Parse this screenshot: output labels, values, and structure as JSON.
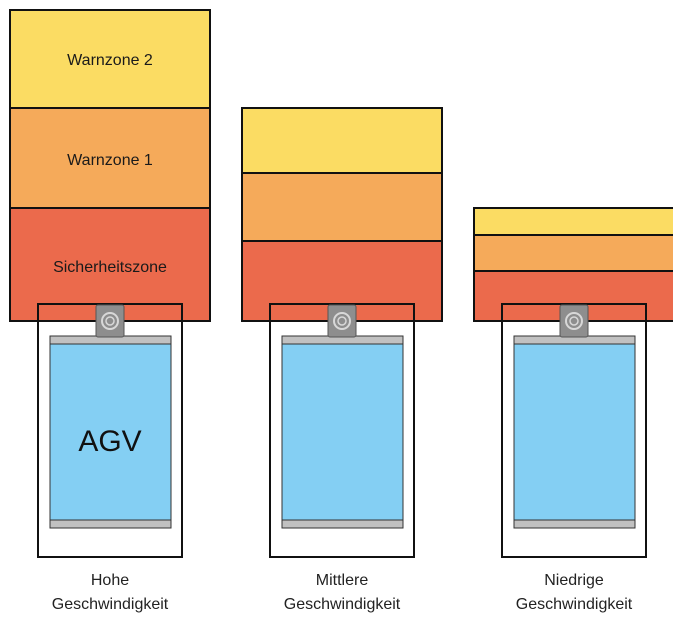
{
  "colors": {
    "warn2": "#fbdc63",
    "warn1": "#f5aa5a",
    "safety": "#eb6a4c",
    "agv_body": "#84cff3",
    "bumper": "#c1c1c1",
    "sensor": "#8e8e8e",
    "outline": "#111111"
  },
  "zones": {
    "warn2_label": "Warnzone 2",
    "warn1_label": "Warnzone 1",
    "safety_label": "Sicherheitszone"
  },
  "agv": {
    "label": "AGV"
  },
  "panels": [
    {
      "caption_line1": "Hohe",
      "caption_line2": "Geschwindigkeit"
    },
    {
      "caption_line1": "Mittlere",
      "caption_line2": "Geschwindigkeit"
    },
    {
      "caption_line1": "Niedrige",
      "caption_line2": "Geschwindigkeit"
    }
  ]
}
